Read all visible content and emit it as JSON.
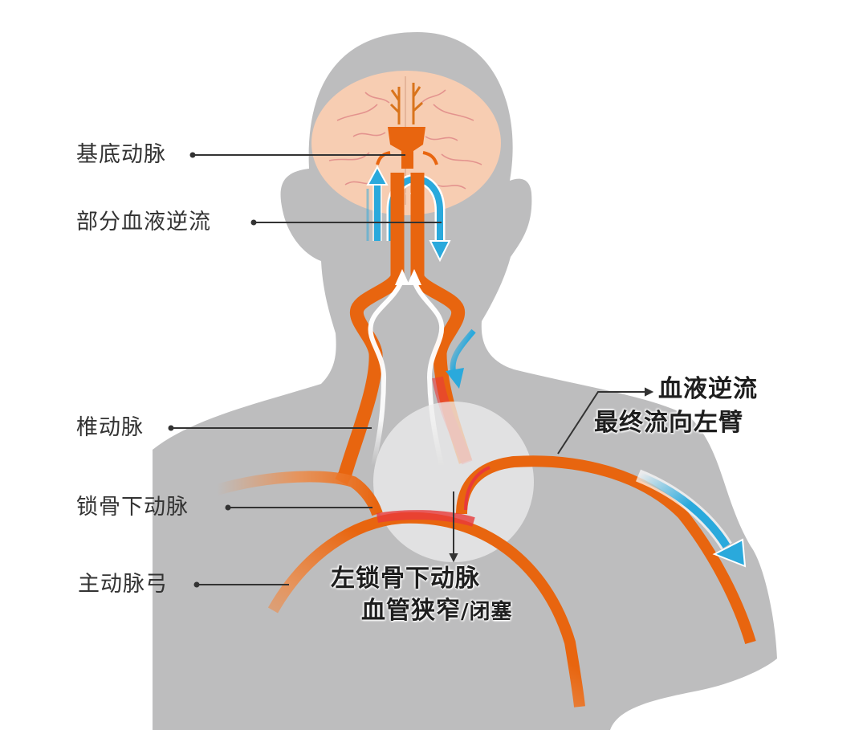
{
  "diagram": {
    "type": "anatomical illustration",
    "subject": "subclavian steal - head, neck and upper torso silhouette with arteries"
  },
  "labels": {
    "basilar_artery": "基底动脉",
    "partial_reverse_flow": "部分血液逆流",
    "vertebral_artery": "椎动脉",
    "subclavian_artery": "锁骨下动脉",
    "aortic_arch": "主动脉弓"
  },
  "callouts": {
    "reverse_flow_line1": "血液逆流",
    "reverse_flow_line2": "最终流向左臂",
    "stenosis_line1": "左锁骨下动脉",
    "stenosis_line2_a": "血管狭窄",
    "stenosis_line2_b": "/闭塞"
  },
  "colors": {
    "silhouette": "#bdbdbe",
    "artery": "#e8650f",
    "artery_light": "#f08a45",
    "stenosis_red": "#e83a3a",
    "brain": "#f7cdb2",
    "brain_vessel": "#e08a88",
    "flow_arrow_blue": "#2aa9dc",
    "flow_arrow_white": "#ffffff",
    "highlight_circle": "#e9e9ea",
    "leader_line": "#333333"
  }
}
